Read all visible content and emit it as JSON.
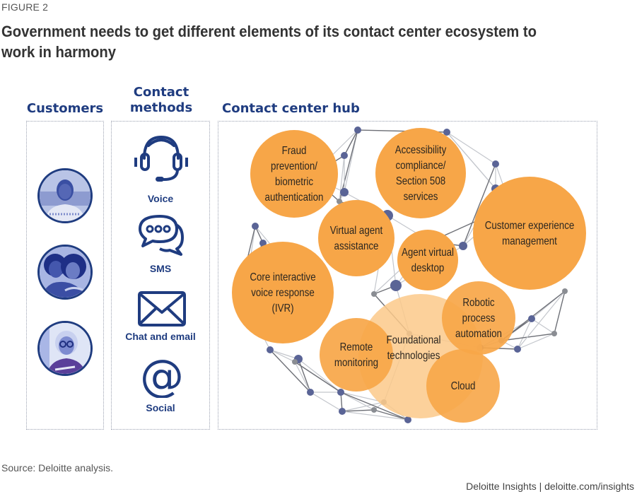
{
  "figure_label": "FIGURE 2",
  "title": "Government needs to get different elements of its contact center ecosystem to work in harmony",
  "columns": {
    "customers": "Customers",
    "contact_methods_line1": "Contact",
    "contact_methods_line2": "methods",
    "hub": "Contact center hub"
  },
  "contact_methods": [
    {
      "label": "Voice",
      "icon": "headset-icon"
    },
    {
      "label": "SMS",
      "icon": "chat-bubbles-icon"
    },
    {
      "label": "Chat and email",
      "icon": "envelope-icon"
    },
    {
      "label": "Social",
      "icon": "at-sign-icon"
    }
  ],
  "customers": [
    {
      "portrait": "man-portrait"
    },
    {
      "portrait": "two-women-portrait"
    },
    {
      "portrait": "older-woman-portrait"
    }
  ],
  "hub_elements": [
    {
      "id": "fraud",
      "lines": [
        "Fraud",
        "prevention/",
        "biometric",
        "authentication"
      ]
    },
    {
      "id": "accessibility",
      "lines": [
        "Accessibility",
        "compliance/",
        "Section 508",
        "services"
      ]
    },
    {
      "id": "customer-experience",
      "lines": [
        "Customer experience",
        "management"
      ]
    },
    {
      "id": "virtual-agent",
      "lines": [
        "Virtual agent",
        "assistance"
      ]
    },
    {
      "id": "agent-desktop",
      "lines": [
        "Agent virtual",
        "desktop"
      ]
    },
    {
      "id": "ivr",
      "lines": [
        "Core interactive",
        "voice response",
        "(IVR)"
      ]
    },
    {
      "id": "robotic",
      "lines": [
        "Robotic",
        "process",
        "automation"
      ]
    },
    {
      "id": "remote",
      "lines": [
        "Remote",
        "monitoring"
      ]
    },
    {
      "id": "foundational",
      "lines": [
        "Foundational",
        "technologies"
      ]
    },
    {
      "id": "cloud",
      "lines": [
        "Cloud"
      ]
    }
  ],
  "colors": {
    "brand_blue": "#1f3c80",
    "bubble_orange": "#f7a648",
    "foundation_orange": "#fbc98a",
    "node_blue": "#5a6496",
    "node_gray": "#8a8d93"
  },
  "source": "Source: Deloitte analysis.",
  "credit": "Deloitte Insights | deloitte.com/insights"
}
